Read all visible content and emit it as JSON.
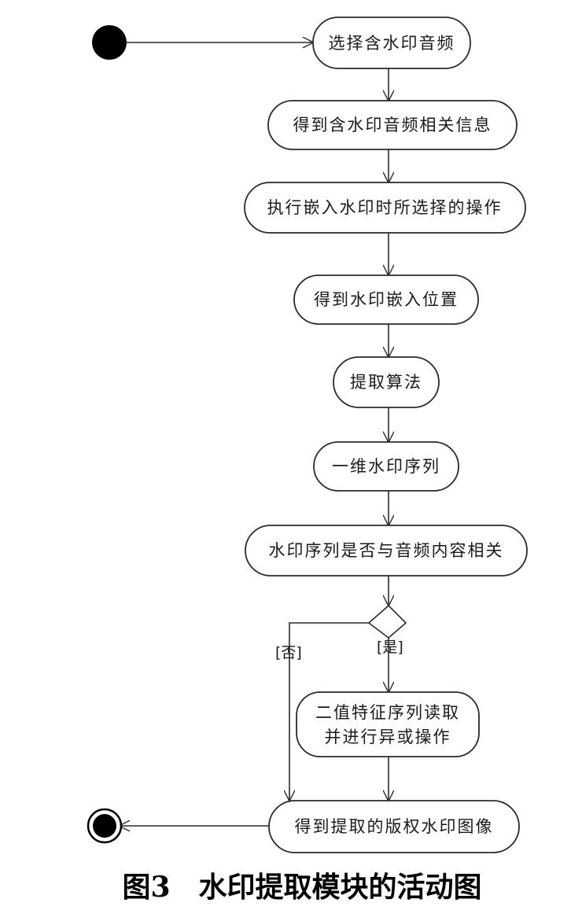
{
  "nodes": {
    "select_audio": "选择含水印音频",
    "get_info": "得到含水印音频相关信息",
    "exec_ops": "执行嵌入水印时所选择的操作",
    "get_position": "得到水印嵌入位置",
    "extract_algo": "提取算法",
    "seq_1d": "一维水印序列",
    "is_related": "水印序列是否与音频内容相关",
    "binary_line1": "二值特征序列读取",
    "binary_line2": "并进行异或操作",
    "get_image": "得到提取的版权水印图像"
  },
  "guards": {
    "no": "[否]",
    "yes": "[是]"
  },
  "caption": "图3　水印提取模块的活动图"
}
